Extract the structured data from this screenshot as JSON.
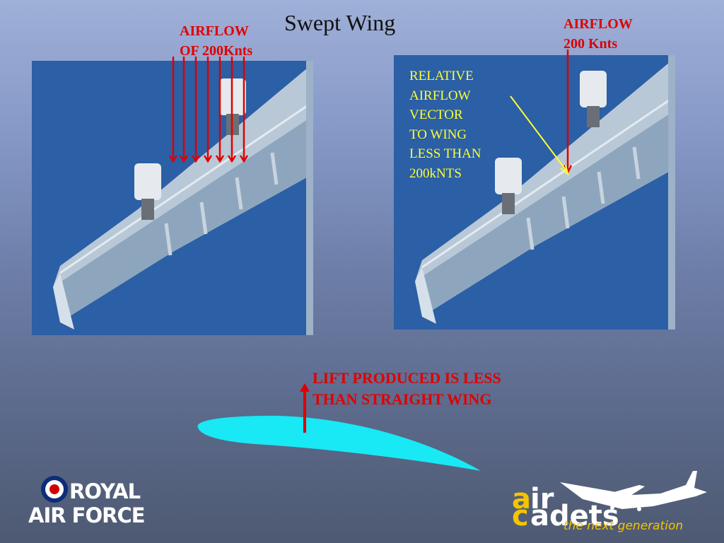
{
  "title": "Swept Wing",
  "left_label": {
    "line1": "AIRFLOW",
    "line2": "OF 200Knts"
  },
  "right_label": {
    "line1": "AIRFLOW",
    "line2": "200 Knts"
  },
  "relative_vector": [
    "RELATIVE",
    "AIRFLOW",
    "VECTOR",
    "TO WING",
    "LESS THAN",
    "200kNTS"
  ],
  "lift_text": {
    "line1": "LIFT PRODUCED IS LESS",
    "line2": "THAN STRAIGHT WING"
  },
  "raf_logo": {
    "line1": "ROYAL",
    "line2": "AIR FORCE"
  },
  "cadets_logo": {
    "air_a": "a",
    "air_ir": "ir",
    "cadets_c": "c",
    "cadets_rest": "adets",
    "tagline": "the next generation"
  },
  "colors": {
    "arrow_red": "#e00000",
    "vector_yellow": "#ffff33",
    "airfoil_cyan": "#19e8f5",
    "sky_blue": "#2b5fa6",
    "cadets_yellow": "#f5c400"
  }
}
